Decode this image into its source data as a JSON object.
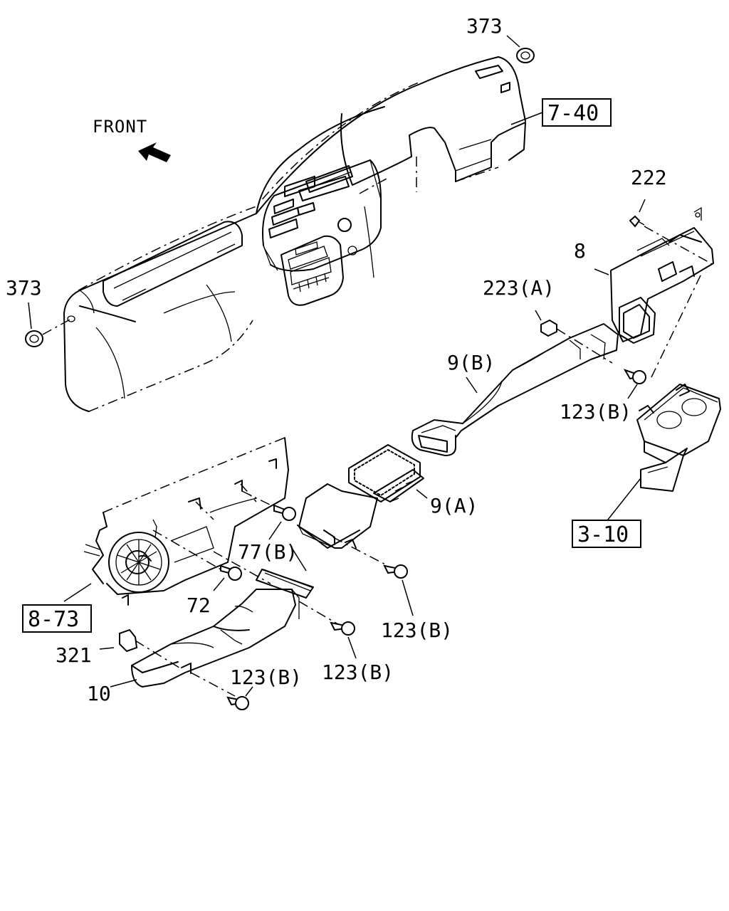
{
  "diagram": {
    "orientation_label": "FRONT",
    "callouts": {
      "grommet_top": "373",
      "grommet_left": "373",
      "clip_222": "222",
      "bracket_8": "8",
      "nut_223a": "223(A)",
      "duct_9b": "9(B)",
      "screw_123b_right": "123(B)",
      "duct_9a": "9(A)",
      "screw_77b": "77(B)",
      "screw_72": "72",
      "screw_123b_mid": "123(B)",
      "screw_123b_lower": "123(B)",
      "screw_123b_bottom": "123(B)",
      "clip_321": "321",
      "duct_10": "10"
    },
    "reference_boxes": {
      "instrument_panel": "7-40",
      "console": "3-10",
      "heater_unit": "8-73"
    }
  }
}
